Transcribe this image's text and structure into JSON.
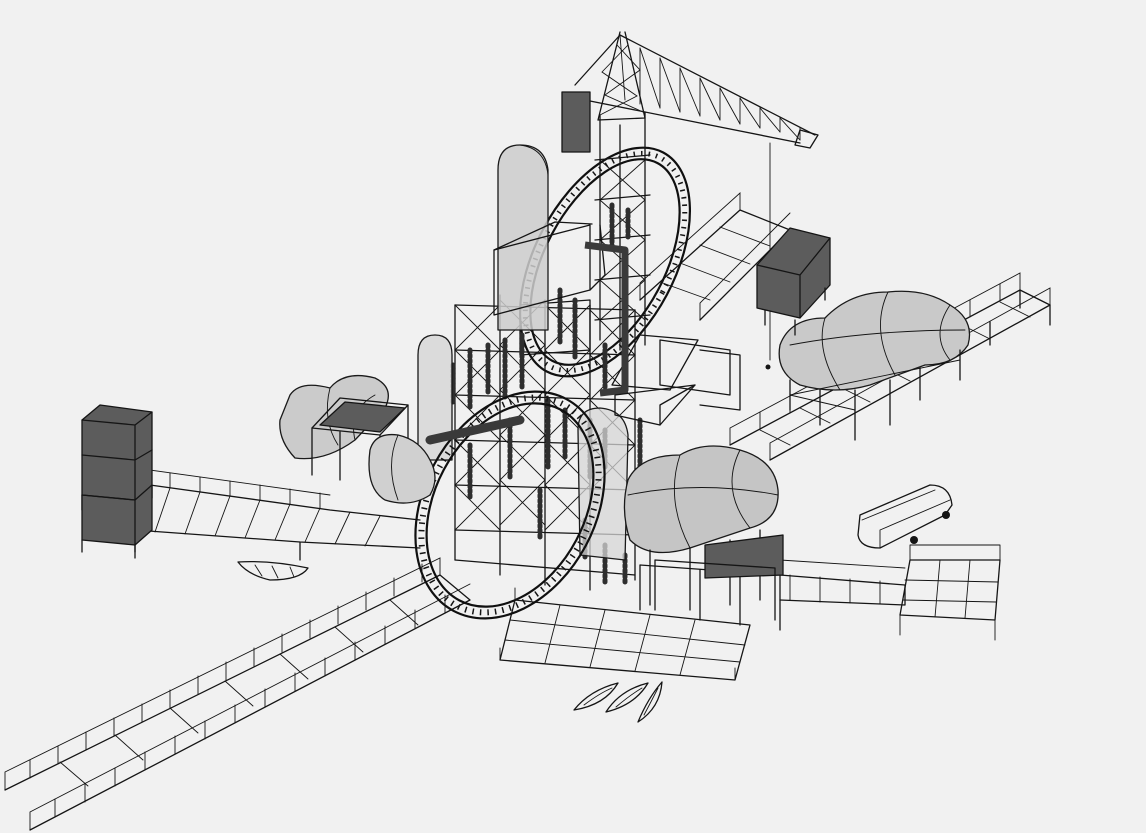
{
  "palette": {
    "background": "#f1f1f1",
    "ink": "#151515",
    "dark_volume": "#5c5c5c",
    "soft_volume": "#c9c9c9",
    "pale_volume": "#dedede",
    "translucent_volume": "#d3d3d3",
    "foliage": "#2e2e2e"
  },
  "objects": [
    "tower-crane",
    "helical-ramp",
    "scaffold-tower",
    "pneumatic-pillow-roof-east",
    "pneumatic-pillow-roof-center",
    "pneumatic-pillow-pod-west",
    "dark-cabin-crane",
    "dark-cabin-north",
    "dark-cabin-west-stack",
    "dark-cabin-south",
    "boardwalk-sw",
    "boardwalk-ne",
    "boardwalk-west",
    "boardwalk-east",
    "floating-platform",
    "rowboat",
    "canoes",
    "floating-pod",
    "hanging-plants"
  ]
}
